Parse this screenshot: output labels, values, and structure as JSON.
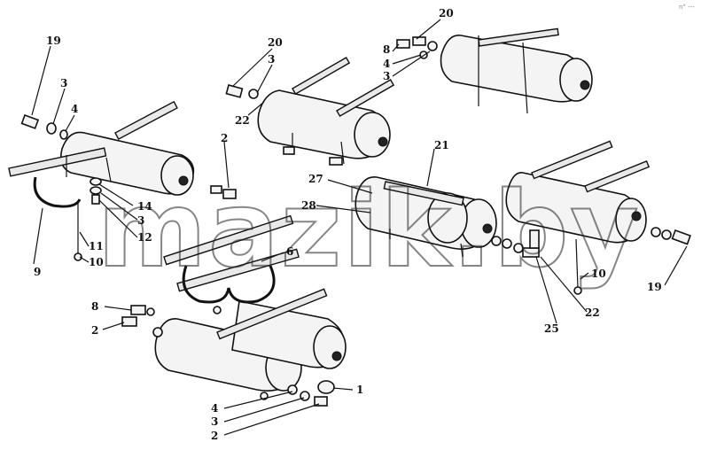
{
  "watermark": "mazik.by",
  "corner_mark": "n° ---",
  "labels": {
    "l19a": "19",
    "l3a": "3",
    "l4a": "4",
    "l14": "14",
    "l3b": "3",
    "l12": "12",
    "l11": "11",
    "l10a": "10",
    "l9": "9",
    "l20a": "20",
    "l3c": "3",
    "l22a": "22",
    "l2a": "2",
    "l6": "6",
    "l20b": "20",
    "l8a": "8",
    "l4b": "4",
    "l3d": "3",
    "l21": "21",
    "l27": "27",
    "l28": "28",
    "l10b": "10",
    "l19b": "19",
    "l22b": "22",
    "l25": "25",
    "l8b": "8",
    "l2b": "2",
    "l1": "1",
    "l4c": "4",
    "l3e": "3",
    "l2c": "2"
  }
}
